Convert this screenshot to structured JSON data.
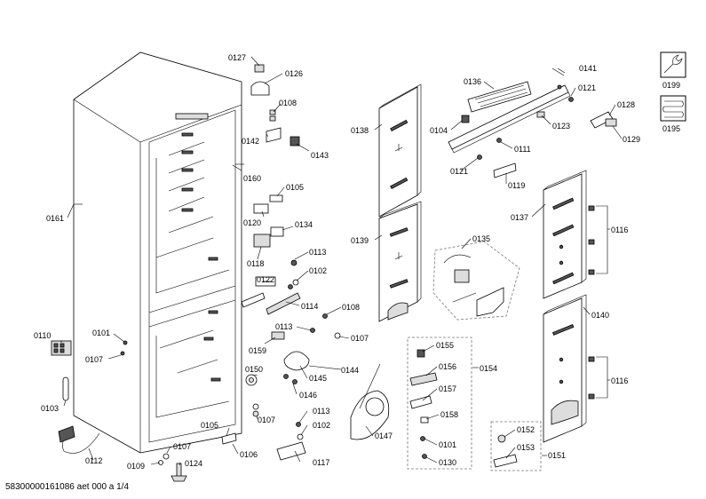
{
  "labels": {
    "l0127": "0127",
    "l0126": "0126",
    "l0108a": "0108",
    "l0142": "0142",
    "l0143": "0143",
    "l0160": "0160",
    "l0105a": "0105",
    "l0120": "0120",
    "l0134": "0134",
    "l0118": "0118",
    "l0113a": "0113",
    "l0102a": "0102",
    "l0122": "0122",
    "l0114": "0114",
    "l0108b": "0108",
    "l0113b": "0113",
    "l0107a": "0107",
    "l0159": "0159",
    "l0150": "0150",
    "l0145": "0145",
    "l0146": "0146",
    "l0144": "0144",
    "l0107b": "0107",
    "l0113c": "0113",
    "l0102b": "0102",
    "l0117": "0117",
    "l0105b": "0105",
    "l0106": "0106",
    "l0107c": "0107",
    "l0124": "0124",
    "l0109": "0109",
    "l0112": "0112",
    "l0110": "0110",
    "l0101a": "0101",
    "l0107d": "0107",
    "l0103": "0103",
    "l0161": "0161",
    "l0138": "0138",
    "l0139": "0139",
    "l0136": "0136",
    "l0141": "0141",
    "l0121a": "0121",
    "l0104": "0104",
    "l0123": "0123",
    "l0111": "0111",
    "l0121b": "0121",
    "l0119": "0119",
    "l0128": "0128",
    "l0129": "0129",
    "l0135": "0135",
    "l0137": "0137",
    "l0116a": "0116",
    "l0140": "0140",
    "l0116b": "0116",
    "l0155": "0155",
    "l0156": "0156",
    "l0157": "0157",
    "l0158": "0158",
    "l0101b": "0101",
    "l0130": "0130",
    "l0154": "0154",
    "l0147": "0147",
    "l0152": "0152",
    "l0153": "0153",
    "l0151": "0151",
    "l0199": "0199",
    "l0195": "0195"
  },
  "footer": "58300000161086 aet 000 a 1/4"
}
